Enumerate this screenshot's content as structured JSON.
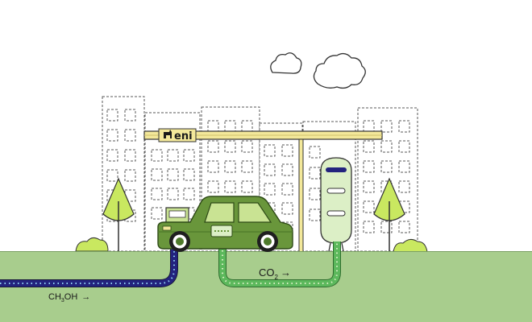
{
  "scene": {
    "brand_text": "eni",
    "labels": {
      "co2": {
        "main": "CO",
        "sub": "2",
        "arrow": "→"
      },
      "methanol": {
        "pre": "CH",
        "sub": "3",
        "post": "OH",
        "arrow": "→"
      }
    },
    "colors": {
      "ground": "#a8cd8d",
      "car_body": "#69963b",
      "car_dark": "#4e7a2a",
      "car_window": "#c9e393",
      "pipe_blue": "#23237e",
      "pipe_blue_dots": "#8fd0f4",
      "pipe_green": "#5cb85c",
      "pipe_green_dots": "#d8f0c4",
      "canopy_yellow": "#f3e89a",
      "tree_green": "#c9e860",
      "tank_light": "#dcefc6",
      "building_outline": "#5a5a5a"
    }
  }
}
